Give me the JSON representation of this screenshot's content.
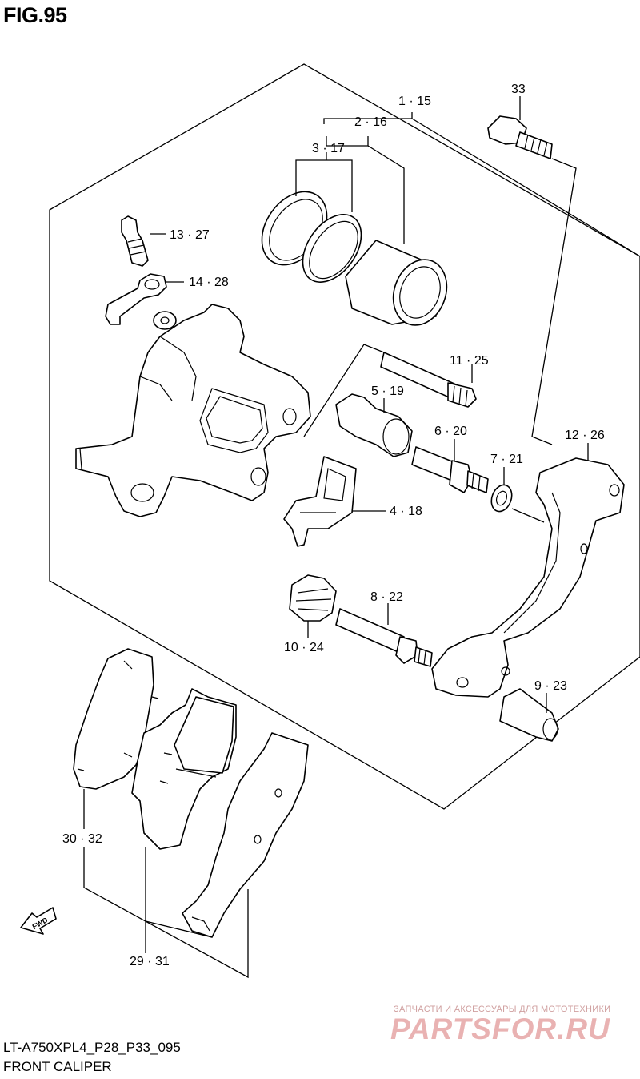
{
  "figure": {
    "title": "FIG.95",
    "code": "LT-A750XPL4_P28_P33_095",
    "caption": "FRONT CALIPER"
  },
  "labels": {
    "l1": "1 · 15",
    "l2": "2 · 16",
    "l3": "3 · 17",
    "l33": "33",
    "l13": "13 · 27",
    "l14": "14 · 28",
    "l11": "11 · 25",
    "l5": "5 · 19",
    "l6": "6 · 20",
    "l12": "12 · 26",
    "l7": "7 · 21",
    "l4": "4 · 18",
    "l8": "8 · 22",
    "l10": "10 · 24",
    "l9": "9 · 23",
    "l30": "30 · 32",
    "l29": "29 · 31"
  },
  "fwd_text": "FWD",
  "watermark": {
    "tagline": "ЗАПЧАСТИ И АКСЕССУАРЫ ДЛЯ МОТОТЕХНИКИ",
    "logo": "PARTSFOR.RU"
  }
}
